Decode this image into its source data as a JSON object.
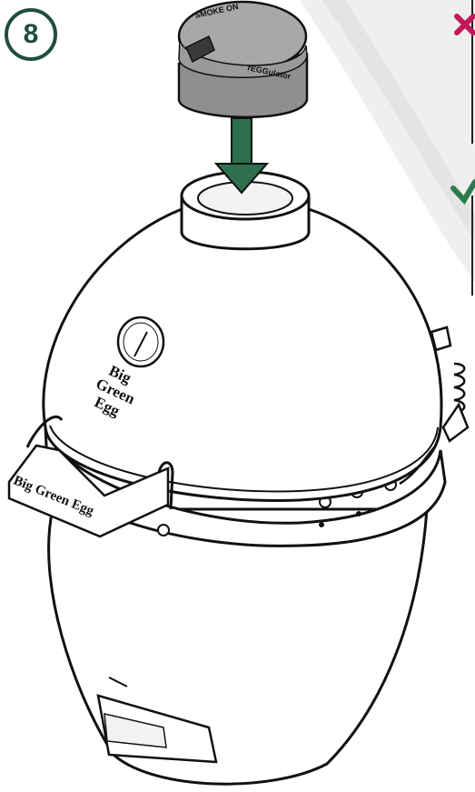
{
  "step": {
    "number": "8"
  },
  "cap": {
    "text_top": "SMOKE ON",
    "text_brand": "rEGGulator"
  },
  "dome": {
    "brand_line1": "Big",
    "brand_line2": "Green",
    "brand_line3": "Egg"
  },
  "handle": {
    "brand": "Big Green Egg"
  },
  "colors": {
    "accent_green": "#1f4e3d",
    "arrow_green": "#2e6f4e",
    "cross_pink": "#c2185b",
    "check_green": "#2b7a4b",
    "cap_gray": "#8f8f8f",
    "outline": "#111111"
  },
  "icons": [
    "cross-icon",
    "check-icon",
    "arrow-down-icon",
    "thermometer-icon"
  ]
}
